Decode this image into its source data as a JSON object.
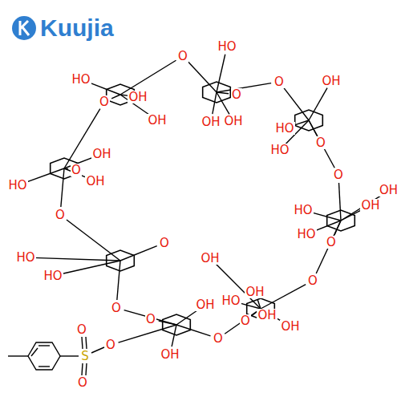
{
  "diagram": {
    "labels": [
      "Kuujia",
      "HO",
      "O",
      "HO",
      "OH",
      "OH",
      "O",
      "OH",
      "OH",
      "O",
      "O",
      "OH",
      "HO",
      "HO",
      "O",
      "O",
      "OH",
      "HO",
      "OH",
      "HO",
      "O",
      "O",
      "OH",
      "HO",
      "OH",
      "O",
      "OH",
      "O",
      "OH",
      "O",
      "OH",
      "O",
      "O",
      "S",
      "O",
      "O",
      "HO",
      "HO",
      "O",
      "OH",
      "O",
      "HO",
      "OH",
      "OH",
      "O"
    ]
  }
}
